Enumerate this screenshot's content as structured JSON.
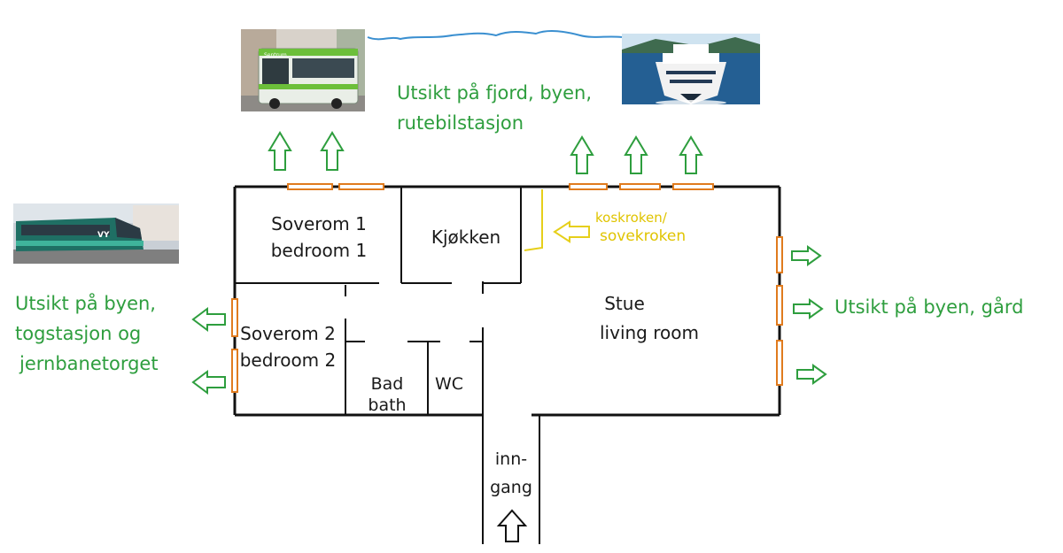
{
  "rooms": {
    "soverom1": "Soverom 1",
    "bedroom1": "bedroom 1",
    "kjokken": "Kjøkken",
    "stue": "Stue",
    "living_room": "living room",
    "soverom2": "Soverom 2",
    "bedroom2": "bedroom 2",
    "bad": "Bad",
    "bath": "bath",
    "wc": "WC",
    "inngang1": "inn-",
    "inngang2": "gang"
  },
  "annotations": {
    "koskroken": "koskroken/",
    "sovekroken": "sovekroken"
  },
  "views": {
    "north_line1": "Utsikt på fjord, byen,",
    "north_line2": "rutebilstasjon",
    "east": "Utsikt på byen, gård",
    "west_line1": "Utsikt på byen,",
    "west_line2": "togstasjon og",
    "west_line3": "jernbanetorget"
  },
  "photos": {
    "bus": "bus-photo",
    "ship": "ship-photo",
    "train": "train-photo",
    "bus_sign": "Sentrum",
    "train_logo": "VY"
  },
  "colors": {
    "view_text": "#2e9e3e",
    "window": "#e07b1e",
    "annotation": "#e0c400",
    "wall": "#111111"
  }
}
